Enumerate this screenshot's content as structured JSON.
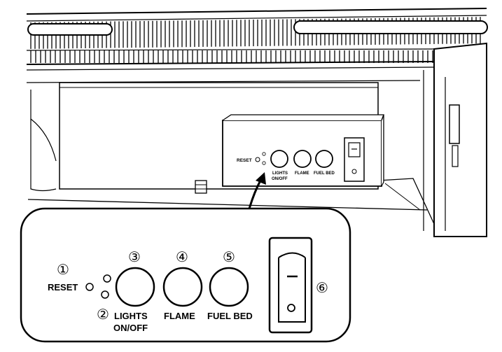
{
  "small_panel": {
    "reset": "RESET",
    "lights_line1": "LIGHTS",
    "lights_line2": "ON/OFF",
    "flame": "FLAME",
    "fuel_bed": "FUEL BED"
  },
  "callout": {
    "reset": "RESET",
    "lights_line1": "LIGHTS",
    "lights_line2": "ON/OFF",
    "flame": "FLAME",
    "fuel_bed": "FUEL BED",
    "markers": [
      "①",
      "②",
      "③",
      "④",
      "⑤",
      "⑥"
    ]
  }
}
